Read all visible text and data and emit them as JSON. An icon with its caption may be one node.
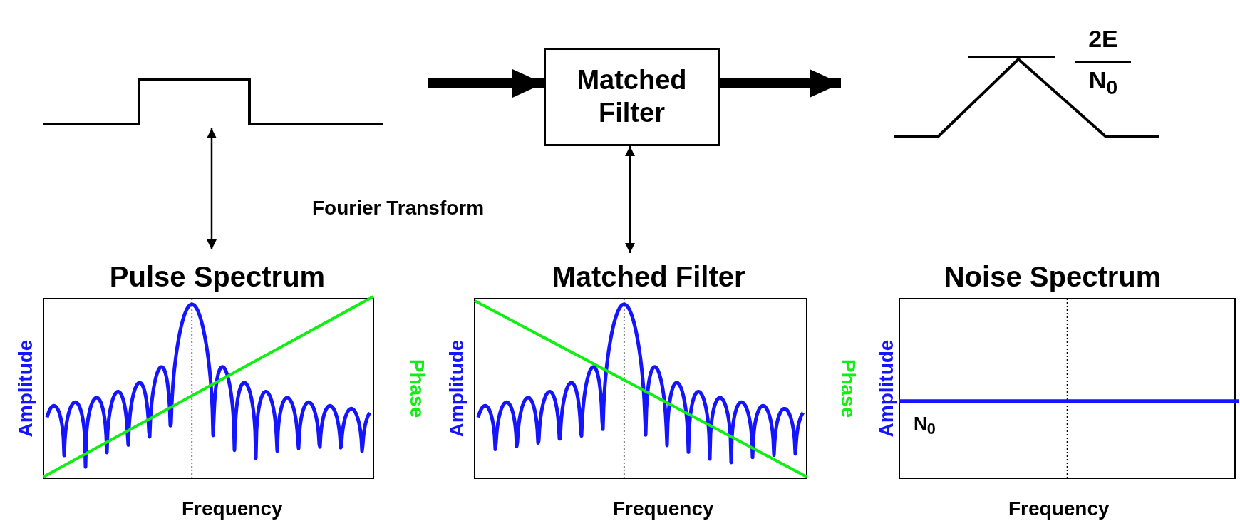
{
  "diagram": {
    "nodes": [
      {
        "text": [],
        "shape": "picture"
      },
      {
        "text": [
          "Matched Filter"
        ]
      },
      {
        "text": [
          "2E",
          "N$_{0}$"
        ]
      },
      {
        "text": [
          "Pulse Spectrum",
          "Amplitude",
          "Phase",
          "Frequency"
        ]
      },
      {
        "text": [
          "Matched Filter",
          "Amplitude",
          "Phase",
          "Frequency"
        ]
      },
      {
        "text": [
          "Noise Spectrum",
          "Amplitude",
          "N$_{0}$",
          "Frequency"
        ]
      }
    ],
    "edges": [
      {
        "from": 0,
        "to": 1,
        "arrow": "to",
        "style": "thick"
      },
      {
        "from": 1,
        "to": 2,
        "arrow": "to",
        "style": "thick"
      },
      {
        "from": 0,
        "to": 3,
        "arrow": "both"
      },
      {
        "from": 1,
        "to": 4,
        "arrow": "both"
      }
    ],
    "labels": [
      "Fourier Transform"
    ]
  }
}
